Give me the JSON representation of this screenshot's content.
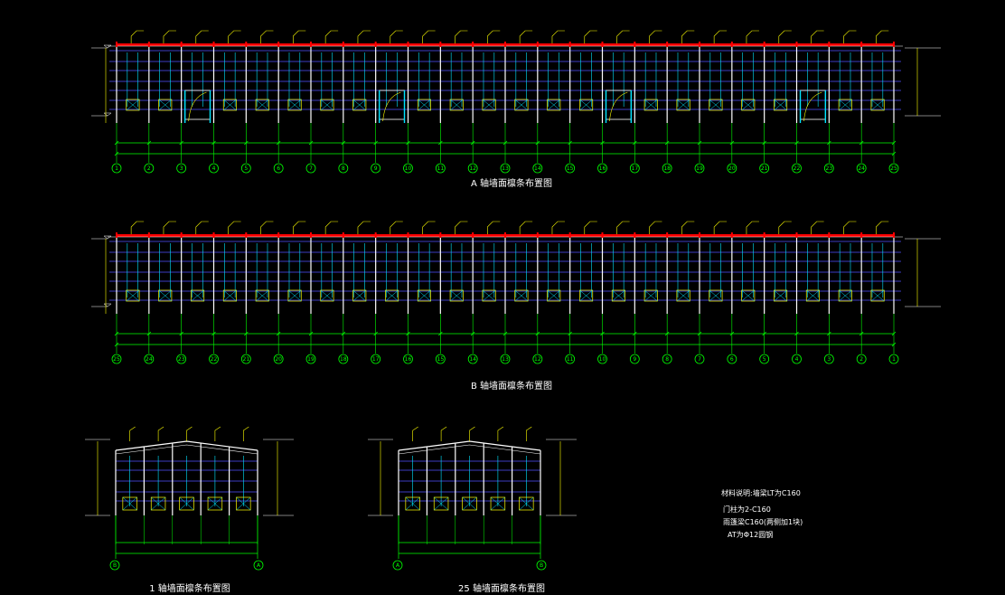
{
  "colors": {
    "background": "#000000",
    "grid": "#00ff00",
    "girt": "#5050ff",
    "column": "#ffffff",
    "cyan": "#00e5ff",
    "yellow": "#ffff00",
    "red": "#ff0000",
    "text": "#ffffff"
  },
  "views": {
    "a": {
      "title": "A 轴墙面檩条布置图",
      "axis_labels": [
        "1",
        "2",
        "3",
        "4",
        "5",
        "6",
        "7",
        "8",
        "9",
        "10",
        "11",
        "12",
        "13",
        "14",
        "15",
        "16",
        "17",
        "18",
        "19",
        "20",
        "21",
        "22",
        "23",
        "24",
        "25"
      ]
    },
    "b": {
      "title": "B 轴墙面檩条布置图",
      "axis_labels": [
        "25",
        "24",
        "23",
        "22",
        "21",
        "20",
        "19",
        "18",
        "17",
        "16",
        "15",
        "14",
        "13",
        "12",
        "11",
        "10",
        "9",
        "8",
        "7",
        "6",
        "5",
        "4",
        "3",
        "2",
        "1"
      ]
    },
    "axis1": {
      "title": "1 轴墙面檩条布置图",
      "axis_labels": [
        "B",
        "A"
      ]
    },
    "axis25": {
      "title": "25 轴墙面檩条布置图",
      "axis_labels": [
        "A",
        "B"
      ]
    }
  },
  "notes": [
    "材料说明:墙梁LT为C160",
    "门柱为2-C160",
    "雨篷梁C160(两侧加1块)",
    "AT为Φ12圆钢"
  ]
}
